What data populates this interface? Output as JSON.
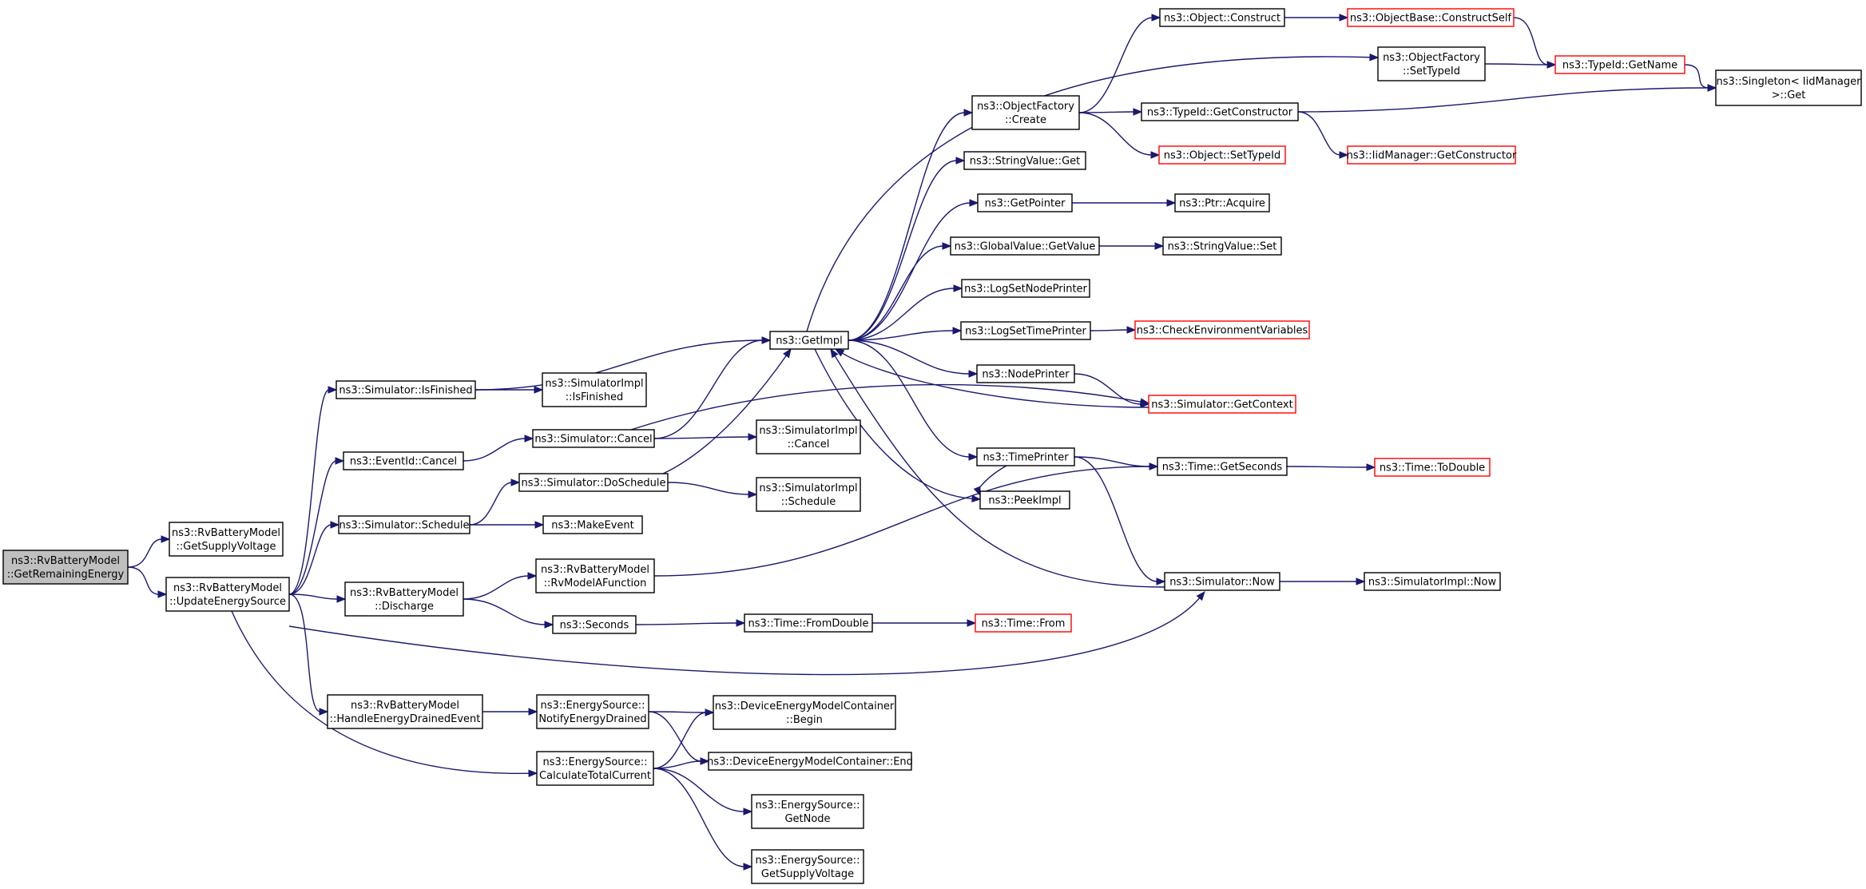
{
  "colors": {
    "edge": "#191970",
    "normal_border": "#000000",
    "truncated_border": "#ff0000",
    "root_fill": "#bfbfbf",
    "node_fill": "#ffffff"
  },
  "nodes": [
    {
      "id": "root",
      "lines": [
        "ns3::RvBatteryModel",
        "::GetRemainingEnergy"
      ],
      "kind": "root"
    },
    {
      "id": "getSupplyVoltage",
      "lines": [
        "ns3::RvBatteryModel",
        "::GetSupplyVoltage"
      ],
      "kind": "normal"
    },
    {
      "id": "updateEnergySource",
      "lines": [
        "ns3::RvBatteryModel",
        "::UpdateEnergySource"
      ],
      "kind": "normal"
    },
    {
      "id": "isFinished",
      "lines": [
        "ns3::Simulator::IsFinished"
      ],
      "kind": "normal"
    },
    {
      "id": "eventIdCancel",
      "lines": [
        "ns3::EventId::Cancel"
      ],
      "kind": "normal"
    },
    {
      "id": "schedule",
      "lines": [
        "ns3::Simulator::Schedule"
      ],
      "kind": "normal"
    },
    {
      "id": "discharge",
      "lines": [
        "ns3::RvBatteryModel",
        "::Discharge"
      ],
      "kind": "normal"
    },
    {
      "id": "handleDrained",
      "lines": [
        "ns3::RvBatteryModel",
        "::HandleEnergyDrainedEvent"
      ],
      "kind": "normal"
    },
    {
      "id": "simImplIsFinished",
      "lines": [
        "ns3::SimulatorImpl",
        "::IsFinished"
      ],
      "kind": "normal"
    },
    {
      "id": "simCancel",
      "lines": [
        "ns3::Simulator::Cancel"
      ],
      "kind": "normal"
    },
    {
      "id": "doSchedule",
      "lines": [
        "ns3::Simulator::DoSchedule"
      ],
      "kind": "normal"
    },
    {
      "id": "makeEvent",
      "lines": [
        "ns3::MakeEvent"
      ],
      "kind": "normal"
    },
    {
      "id": "rvModelAFunction",
      "lines": [
        "ns3::RvBatteryModel",
        "::RvModelAFunction"
      ],
      "kind": "normal"
    },
    {
      "id": "seconds",
      "lines": [
        "ns3::Seconds"
      ],
      "kind": "normal"
    },
    {
      "id": "notifyDrained",
      "lines": [
        "ns3::EnergySource::",
        "NotifyEnergyDrained"
      ],
      "kind": "normal"
    },
    {
      "id": "calcTotalCurrent",
      "lines": [
        "ns3::EnergySource::",
        "CalculateTotalCurrent"
      ],
      "kind": "normal"
    },
    {
      "id": "getImpl",
      "lines": [
        "ns3::GetImpl"
      ],
      "kind": "normal"
    },
    {
      "id": "simImplCancel",
      "lines": [
        "ns3::SimulatorImpl",
        "::Cancel"
      ],
      "kind": "normal"
    },
    {
      "id": "simImplSchedule",
      "lines": [
        "ns3::SimulatorImpl",
        "::Schedule"
      ],
      "kind": "normal"
    },
    {
      "id": "timeFromDouble",
      "lines": [
        "ns3::Time::FromDouble"
      ],
      "kind": "normal"
    },
    {
      "id": "demcBegin",
      "lines": [
        "ns3::DeviceEnergyModelContainer",
        "::Begin"
      ],
      "kind": "normal"
    },
    {
      "id": "demcEnd",
      "lines": [
        "ns3::DeviceEnergyModelContainer::End"
      ],
      "kind": "normal"
    },
    {
      "id": "esGetNode",
      "lines": [
        "ns3::EnergySource::",
        "GetNode"
      ],
      "kind": "normal"
    },
    {
      "id": "esGetSupplyVoltage",
      "lines": [
        "ns3::EnergySource::",
        "GetSupplyVoltage"
      ],
      "kind": "normal"
    },
    {
      "id": "ofCreate",
      "lines": [
        "ns3::ObjectFactory",
        "::Create"
      ],
      "kind": "normal"
    },
    {
      "id": "stringValueGet",
      "lines": [
        "ns3::StringValue::Get"
      ],
      "kind": "normal"
    },
    {
      "id": "getPointer",
      "lines": [
        "ns3::GetPointer"
      ],
      "kind": "normal"
    },
    {
      "id": "globalValueGetValue",
      "lines": [
        "ns3::GlobalValue::GetValue"
      ],
      "kind": "normal"
    },
    {
      "id": "logSetNodePrinter",
      "lines": [
        "ns3::LogSetNodePrinter"
      ],
      "kind": "normal"
    },
    {
      "id": "logSetTimePrinter",
      "lines": [
        "ns3::LogSetTimePrinter"
      ],
      "kind": "normal"
    },
    {
      "id": "nodePrinter",
      "lines": [
        "ns3::NodePrinter"
      ],
      "kind": "normal"
    },
    {
      "id": "timePrinter",
      "lines": [
        "ns3::TimePrinter"
      ],
      "kind": "normal"
    },
    {
      "id": "peekImpl",
      "lines": [
        "ns3::PeekImpl"
      ],
      "kind": "normal"
    },
    {
      "id": "timeFrom",
      "lines": [
        "ns3::Time::From"
      ],
      "kind": "truncated"
    },
    {
      "id": "objectConstruct",
      "lines": [
        "ns3::Object::Construct"
      ],
      "kind": "normal"
    },
    {
      "id": "ofSetTypeId",
      "lines": [
        "ns3::ObjectFactory",
        "::SetTypeId"
      ],
      "kind": "normal"
    },
    {
      "id": "typeIdGetConstructor",
      "lines": [
        "ns3::TypeId::GetConstructor"
      ],
      "kind": "normal"
    },
    {
      "id": "objectSetTypeId",
      "lines": [
        "ns3::Object::SetTypeId"
      ],
      "kind": "truncated"
    },
    {
      "id": "ptrAcquire",
      "lines": [
        "ns3::Ptr::Acquire"
      ],
      "kind": "normal"
    },
    {
      "id": "stringValueSet",
      "lines": [
        "ns3::StringValue::Set"
      ],
      "kind": "normal"
    },
    {
      "id": "checkEnvVars",
      "lines": [
        "ns3::CheckEnvironmentVariables"
      ],
      "kind": "truncated"
    },
    {
      "id": "simGetContext",
      "lines": [
        "ns3::Simulator::GetContext"
      ],
      "kind": "truncated"
    },
    {
      "id": "timeGetSeconds",
      "lines": [
        "ns3::Time::GetSeconds"
      ],
      "kind": "normal"
    },
    {
      "id": "simNow",
      "lines": [
        "ns3::Simulator::Now"
      ],
      "kind": "normal"
    },
    {
      "id": "objBaseConstructSelf",
      "lines": [
        "ns3::ObjectBase::ConstructSelf"
      ],
      "kind": "truncated"
    },
    {
      "id": "typeIdGetName",
      "lines": [
        "ns3::TypeId::GetName"
      ],
      "kind": "truncated"
    },
    {
      "id": "iidGetConstructor",
      "lines": [
        "ns3::IidManager::GetConstructor"
      ],
      "kind": "truncated"
    },
    {
      "id": "timeToDouble",
      "lines": [
        "ns3::Time::ToDouble"
      ],
      "kind": "truncated"
    },
    {
      "id": "simImplNow",
      "lines": [
        "ns3::SimulatorImpl::Now"
      ],
      "kind": "normal"
    },
    {
      "id": "singletonGet",
      "lines": [
        "ns3::Singleton< IidManager",
        " >::Get"
      ],
      "kind": "normal"
    }
  ],
  "edges": [
    [
      "root",
      "getSupplyVoltage"
    ],
    [
      "root",
      "updateEnergySource"
    ],
    [
      "updateEnergySource",
      "isFinished"
    ],
    [
      "updateEnergySource",
      "eventIdCancel"
    ],
    [
      "updateEnergySource",
      "schedule"
    ],
    [
      "updateEnergySource",
      "discharge"
    ],
    [
      "updateEnergySource",
      "simNow"
    ],
    [
      "updateEnergySource",
      "handleDrained"
    ],
    [
      "updateEnergySource",
      "calcTotalCurrent"
    ],
    [
      "isFinished",
      "getImpl"
    ],
    [
      "isFinished",
      "simImplIsFinished"
    ],
    [
      "eventIdCancel",
      "simCancel"
    ],
    [
      "schedule",
      "doSchedule"
    ],
    [
      "schedule",
      "makeEvent"
    ],
    [
      "discharge",
      "rvModelAFunction"
    ],
    [
      "discharge",
      "seconds"
    ],
    [
      "handleDrained",
      "notifyDrained"
    ],
    [
      "notifyDrained",
      "demcBegin"
    ],
    [
      "notifyDrained",
      "demcEnd"
    ],
    [
      "calcTotalCurrent",
      "demcBegin"
    ],
    [
      "calcTotalCurrent",
      "demcEnd"
    ],
    [
      "calcTotalCurrent",
      "esGetNode"
    ],
    [
      "calcTotalCurrent",
      "esGetSupplyVoltage"
    ],
    [
      "simCancel",
      "getImpl"
    ],
    [
      "simCancel",
      "simImplCancel"
    ],
    [
      "simCancel",
      "simGetContext"
    ],
    [
      "doSchedule",
      "getImpl"
    ],
    [
      "doSchedule",
      "simImplSchedule"
    ],
    [
      "rvModelAFunction",
      "timeGetSeconds"
    ],
    [
      "seconds",
      "timeFromDouble"
    ],
    [
      "timeFromDouble",
      "timeFrom"
    ],
    [
      "getImpl",
      "ofCreate"
    ],
    [
      "getImpl",
      "ofSetTypeId"
    ],
    [
      "getImpl",
      "stringValueGet"
    ],
    [
      "getImpl",
      "getPointer"
    ],
    [
      "getImpl",
      "globalValueGetValue"
    ],
    [
      "getImpl",
      "logSetNodePrinter"
    ],
    [
      "getImpl",
      "logSetTimePrinter"
    ],
    [
      "getImpl",
      "nodePrinter"
    ],
    [
      "getImpl",
      "timePrinter"
    ],
    [
      "getImpl",
      "peekImpl"
    ],
    [
      "ofCreate",
      "objectConstruct"
    ],
    [
      "ofCreate",
      "typeIdGetConstructor"
    ],
    [
      "ofCreate",
      "objectSetTypeId"
    ],
    [
      "objectConstruct",
      "objBaseConstructSelf"
    ],
    [
      "objBaseConstructSelf",
      "typeIdGetName"
    ],
    [
      "ofSetTypeId",
      "typeIdGetName"
    ],
    [
      "typeIdGetName",
      "singletonGet"
    ],
    [
      "typeIdGetConstructor",
      "singletonGet"
    ],
    [
      "typeIdGetConstructor",
      "iidGetConstructor"
    ],
    [
      "getPointer",
      "ptrAcquire"
    ],
    [
      "globalValueGetValue",
      "stringValueSet"
    ],
    [
      "logSetTimePrinter",
      "checkEnvVars"
    ],
    [
      "nodePrinter",
      "simGetContext"
    ],
    [
      "simGetContext",
      "getImpl"
    ],
    [
      "timePrinter",
      "timeGetSeconds"
    ],
    [
      "timePrinter",
      "simNow"
    ],
    [
      "timePrinter",
      "peekImpl"
    ],
    [
      "timeGetSeconds",
      "timeToDouble"
    ],
    [
      "simNow",
      "getImpl"
    ],
    [
      "simNow",
      "simImplNow"
    ]
  ]
}
